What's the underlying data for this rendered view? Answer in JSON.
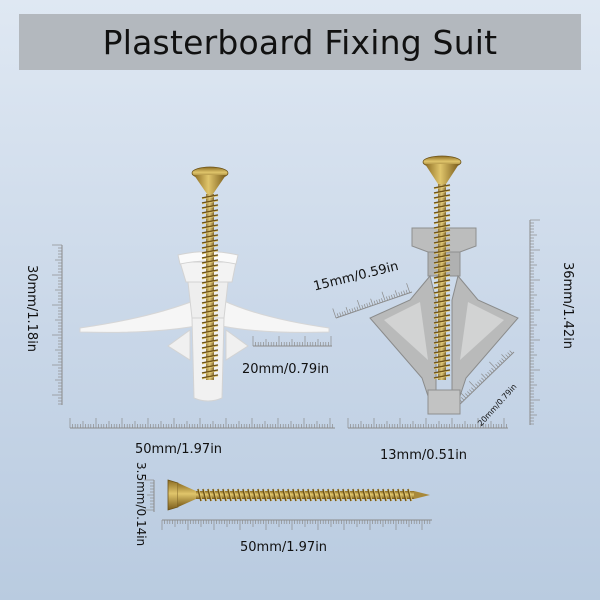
{
  "banner": {
    "title": "Plasterboard Fixing Suit"
  },
  "labels": {
    "white_height": "30mm/1.18in",
    "white_wing": "20mm/0.79in",
    "white_width": "50mm/1.97in",
    "grey_collar": "15mm/0.59in",
    "grey_height": "36mm/1.42in",
    "grey_leg": "20mm/0.79in",
    "grey_width": "13mm/0.51in",
    "screw_diameter": "3.5mm/0.14in",
    "screw_length": "50mm/1.97in"
  },
  "colors": {
    "banner": "#b3b8be",
    "white_anchor": "#f4f4f4",
    "grey_anchor": "#b7b8b8",
    "screw": "#b99a3e",
    "ruler": "#8b8b8b"
  }
}
